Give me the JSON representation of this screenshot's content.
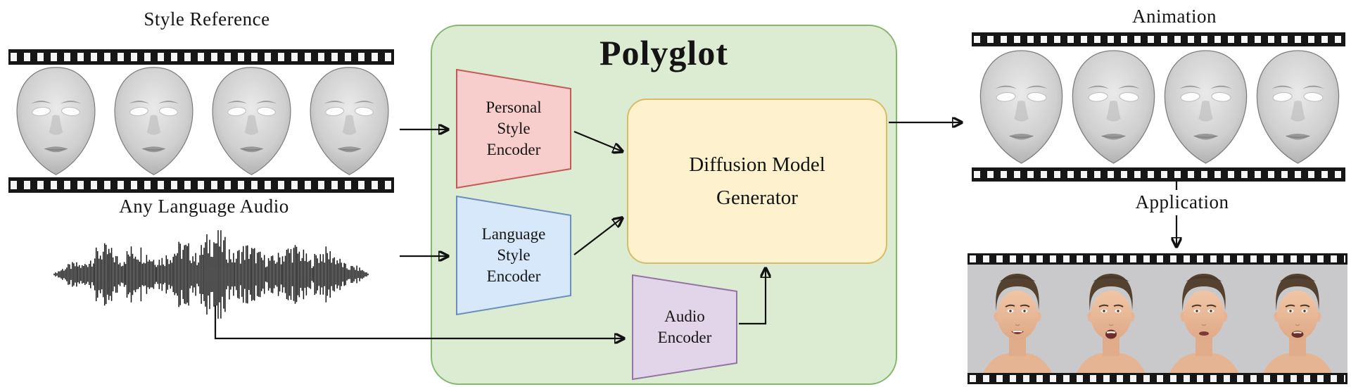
{
  "figure": {
    "inputs": {
      "style_reference_label": "Style Reference",
      "audio_label": "Any Language Audio"
    },
    "model": {
      "title": "Polyglot",
      "personal_style_encoder_label": "Personal\nStyle\nEncoder",
      "language_style_encoder_label": "Language\nStyle\nEncoder",
      "audio_encoder_label": "Audio\nEncoder",
      "generator_label": "Diffusion Model\nGenerator"
    },
    "outputs": {
      "animation_label": "Animation",
      "application_label": "Application"
    }
  },
  "colors": {
    "container_fill": "#dcecd3",
    "container_border": "#85b86a",
    "personal_fill": "#f8cecc",
    "personal_border": "#c25b56",
    "language_fill": "#d8e8fb",
    "language_border": "#6c8ebf",
    "audio_fill": "#e2d5e9",
    "audio_border": "#9673a6",
    "generator_fill": "#fdf2cd",
    "generator_border": "#d9bb67",
    "arrow": "#111111",
    "media_bg": "#c9c9cc"
  }
}
